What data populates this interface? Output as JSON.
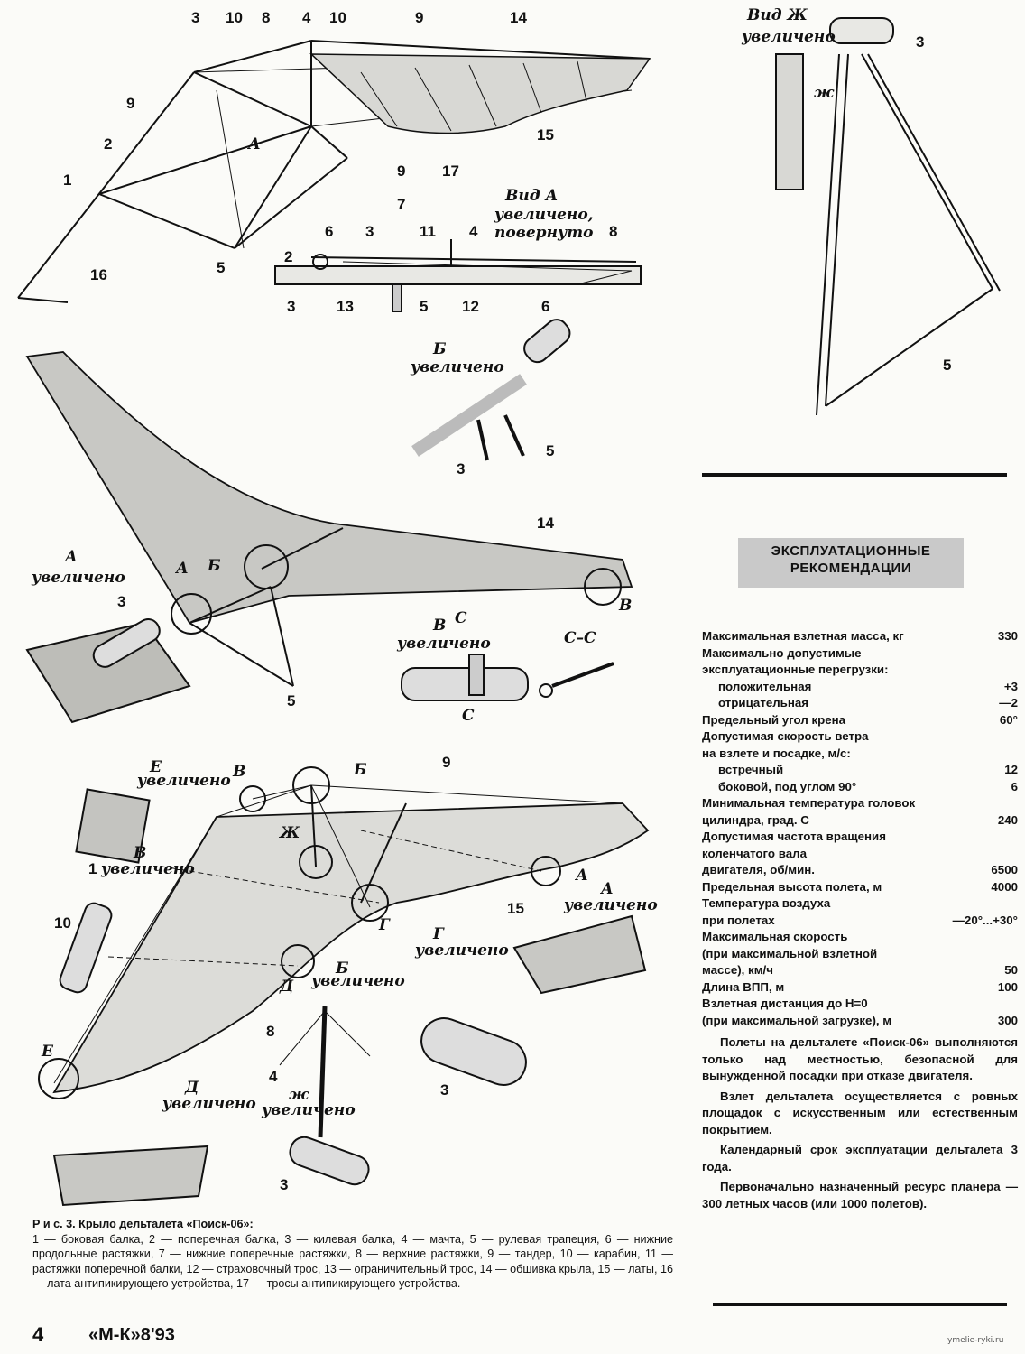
{
  "labels": {
    "n1": "1",
    "n2": "2",
    "n3": "3",
    "n4": "4",
    "n5": "5",
    "n6": "6",
    "n7": "7",
    "n8": "8",
    "n9": "9",
    "n10": "10",
    "n11": "11",
    "n12": "12",
    "n13": "13",
    "n14": "14",
    "n15": "15",
    "n16": "16",
    "n17": "17"
  },
  "views": {
    "vid_a": "Вид А",
    "uvelicheno": "увеличено,",
    "povernuto": "повернуто",
    "vid_zh": "Вид Ж",
    "uvel": "увеличено",
    "b_uvel": "Б",
    "a_uvel": "А",
    "v_uvel": "В",
    "cc": "С–С",
    "c": "С",
    "e": "Е",
    "g": "Г",
    "d": "Д",
    "zh": "Ж",
    "zh_small": "ж"
  },
  "recommendations": {
    "heading_line1": "ЭКСПЛУАТАЦИОННЫЕ",
    "heading_line2": "РЕКОМЕНДАЦИИ",
    "rows": [
      {
        "label": "Максимальная взлетная масса, кг",
        "value": "330"
      },
      {
        "label": "Максимально допустимые",
        "value": ""
      },
      {
        "label": "эксплуатационные перегрузки:",
        "value": ""
      },
      {
        "label": "положительная",
        "value": "+3"
      },
      {
        "label": "отрицательная",
        "value": "—2"
      },
      {
        "label": "Предельный угол крена",
        "value": "60°"
      },
      {
        "label": "Допустимая скорость ветра",
        "value": ""
      },
      {
        "label": "на взлете и посадке, м/с:",
        "value": ""
      },
      {
        "label": "встречный",
        "value": "12"
      },
      {
        "label": "боковой, под углом 90°",
        "value": "6"
      },
      {
        "label": "Минимальная температура головок",
        "value": ""
      },
      {
        "label": "цилиндра, град. С",
        "value": "240"
      },
      {
        "label": "Допустимая частота вращения",
        "value": ""
      },
      {
        "label": "коленчатого вала",
        "value": ""
      },
      {
        "label": "двигателя, об/мин.",
        "value": "6500"
      },
      {
        "label": "Предельная высота полета, м",
        "value": "4000"
      },
      {
        "label": "Температура воздуха",
        "value": ""
      },
      {
        "label": "при полетах",
        "value": "—20°...+30°"
      },
      {
        "label": "Максимальная скорость",
        "value": ""
      },
      {
        "label": "(при максимальной взлетной",
        "value": ""
      },
      {
        "label": "массе), км/ч",
        "value": "50"
      },
      {
        "label": "Длина ВПП, м",
        "value": "100"
      },
      {
        "label": "Взлетная дистанция до Н=0",
        "value": ""
      },
      {
        "label": "(при максимальной загрузке), м",
        "value": "300"
      }
    ],
    "p1": "Полеты на дельталете «Поиск-06» выполняются только над местностью, безопасной для вынужденной посадки при отказе двигателя.",
    "p2": "Взлет дельталета осуществляется с ровных площадок с искусственным или естественным покрытием.",
    "p3": "Календарный срок эксплуатации дельталета 3 года.",
    "p4": "Первоначально назначенный ресурс планера — 300 летных часов (или 1000 полетов)."
  },
  "caption": {
    "title": "Р и с. 3. Крыло дельталета «Поиск-06»:",
    "text": "1 — боковая балка, 2 — поперечная балка, 3 — килевая балка, 4 — мачта, 5 — рулевая трапеция, 6 — нижние продольные растяжки, 7 — нижние поперечные растяжки, 8 — верхние растяжки, 9 — тандер, 10 — карабин, 11 — растяжки поперечной балки, 12 — страховочный трос, 13 — ограничительный трос, 14 — обшивка крыла, 15 — латы, 16 — лата антипикирующего устройства, 17 — тросы антипикирующего устройства."
  },
  "footer": {
    "page": "4",
    "magazine": "«М-К»8'93",
    "site": "ymelie-ryki.ru"
  }
}
